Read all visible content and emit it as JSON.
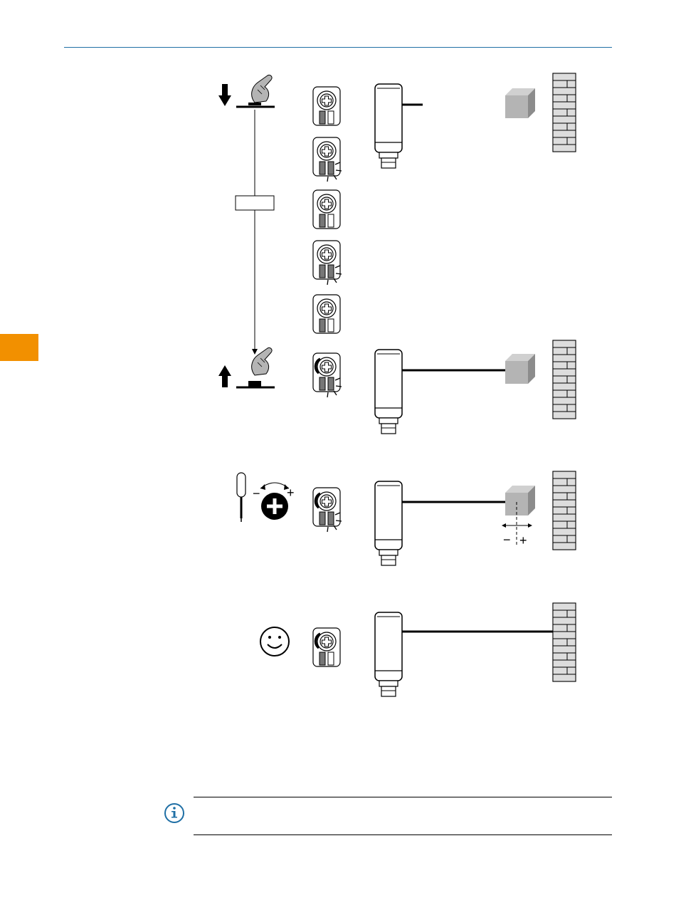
{
  "page": {
    "colors": {
      "header_rule": "#1f6fa5",
      "chapter_tab": "#f29000",
      "note_icon": "#1f6fa5",
      "object_grey": "#b4b4b4"
    }
  },
  "illustration": {
    "steps": [
      {
        "id": "press-button",
        "icons": [
          "arrow-down-icon",
          "finger-press-icon",
          "button-icon"
        ]
      },
      {
        "id": "hold-button",
        "icons": [
          "timer-box-icon"
        ]
      },
      {
        "id": "release-button",
        "icons": [
          "arrow-up-icon",
          "finger-release-icon"
        ]
      },
      {
        "id": "adjust-potentiometer",
        "icons": [
          "screwdriver-icon",
          "potentiometer-knob-icon"
        ],
        "minus_label": "−",
        "plus_label": "+"
      },
      {
        "id": "adjust-distance",
        "minus_label": "−",
        "plus_label": "+"
      },
      {
        "id": "done",
        "icons": [
          "smiley-icon"
        ]
      }
    ]
  },
  "note": {
    "icon": "info-icon",
    "text": ""
  }
}
